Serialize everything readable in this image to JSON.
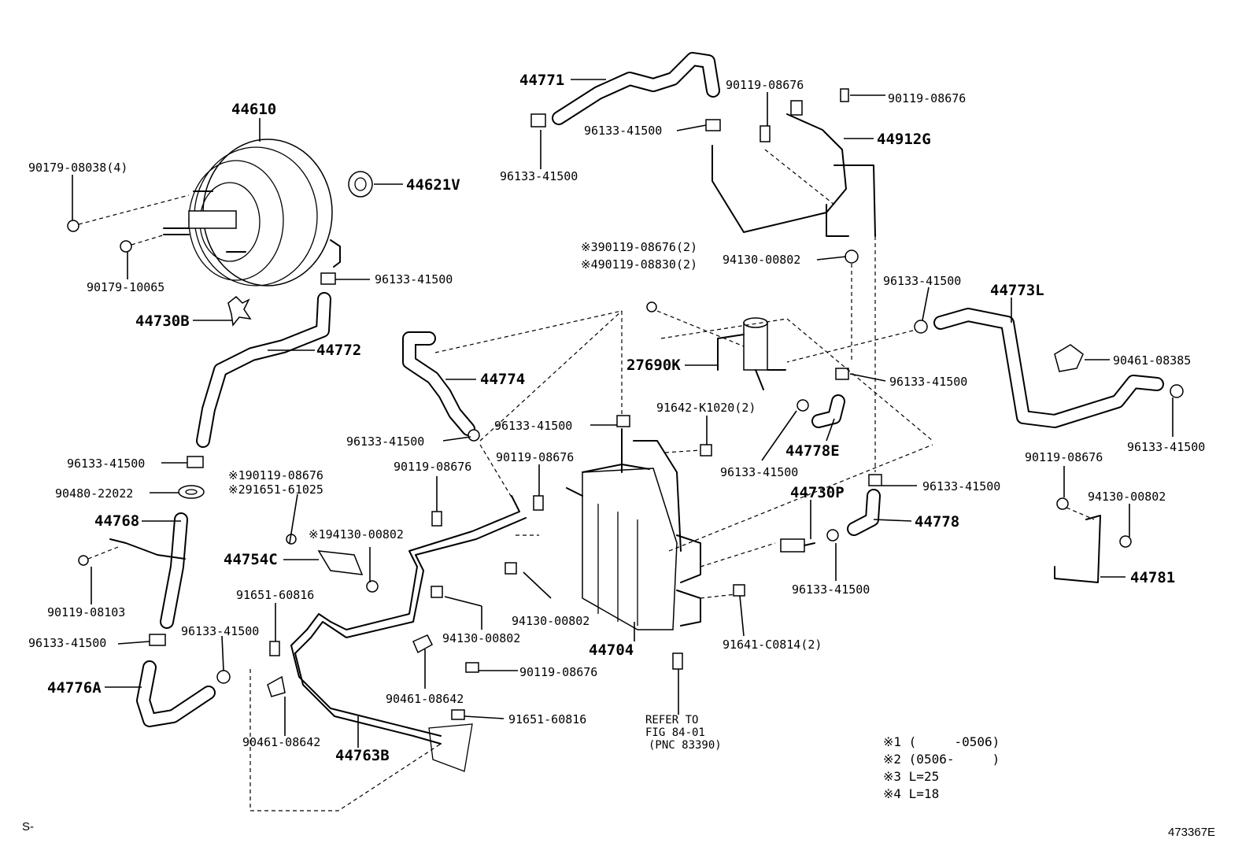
{
  "labels": {
    "p44610": "44610",
    "p90179_08038": "90179-08038(4)",
    "p44621v": "44621V",
    "p90179_10065": "90179-10065",
    "p96133_a": "96133-41500",
    "p44730b": "44730B",
    "p44772": "44772",
    "p44771": "44771",
    "p96133_b": "96133-41500",
    "p96133_c": "96133-41500",
    "p90119_a": "90119-08676",
    "p90119_b": "90119-08676",
    "p44912g": "44912G",
    "p_note3": "※390119-08676(2)",
    "p_note4": "※490119-08830(2)",
    "p94130_a": "94130-00802",
    "p96133_d": "96133-41500",
    "p44773l": "44773L",
    "p44774": "44774",
    "p27690k": "27690K",
    "p96133_e": "96133-41500",
    "p90461_08385": "90461-08385",
    "p96133_f": "96133-41500",
    "p96133_g": "96133-41500",
    "p91642": "91642-K1020(2)",
    "p44778e": "44778E",
    "p96133_h": "96133-41500",
    "p96133_i": "96133-41500",
    "p90119_c": "90119-08676",
    "p90119_d": "90119-08676",
    "p96133_j": "96133-41500",
    "p90480": "90480-22022",
    "p_note1": "※190119-08676",
    "p_note2": "※291651-61025",
    "p44768": "44768",
    "p_note1b": "※194130-00802",
    "p44754c": "44754C",
    "p44730p": "44730P",
    "p96133_k": "96133-41500",
    "p44778": "44778",
    "p90119_e": "90119-08676",
    "p94130_b": "94130-00802",
    "p90119_08103": "90119-08103",
    "p91651_a": "91651-60816",
    "p96133_l": "96133-41500",
    "p96133_m": "96133-41500",
    "p94130_c": "94130-00802",
    "p94130_d": "94130-00802",
    "p44704": "44704",
    "p96133_n": "96133-41500",
    "p44781": "44781",
    "p91641": "91641-C0814(2)",
    "p90119_f": "90119-08676",
    "p44776a": "44776A",
    "p90461_a": "90461-08642",
    "p90461_b": "90461-08642",
    "p91651_b": "91651-60816",
    "p44763b": "44763B"
  },
  "refer": {
    "line1": "REFER TO",
    "line2": "FIG 84-01",
    "line3": "(PNC 83390)"
  },
  "notes": {
    "n1": "※1 (     -0506)",
    "n2": "※2 (0506-     )",
    "n3": "※3 L=25",
    "n4": "※4 L=18"
  },
  "footer": {
    "left": "S-",
    "right": "473367E"
  }
}
